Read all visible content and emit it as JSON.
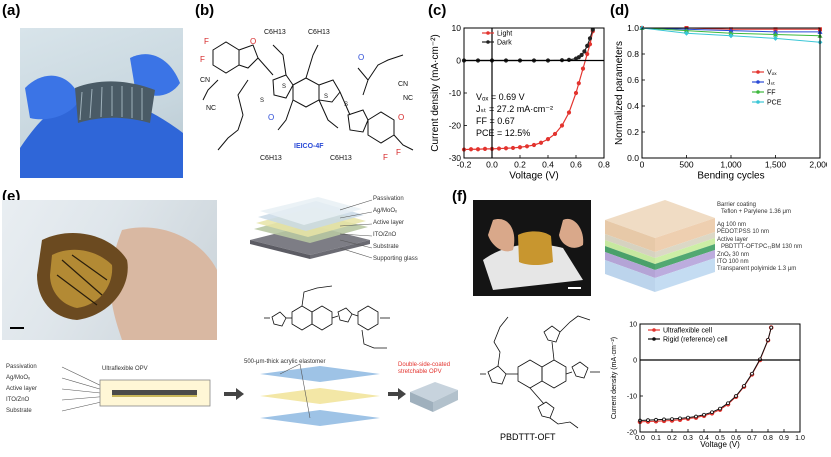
{
  "panels": {
    "a": "(a)",
    "b": "(b)",
    "c": "(c)",
    "d": "(d)",
    "e": "(e)",
    "f": "(f)"
  },
  "molecule_b": {
    "name": "IEICO-4F",
    "atoms": [
      "F",
      "F",
      "F",
      "F",
      "O",
      "O",
      "O",
      "O",
      "S",
      "S",
      "S",
      "S",
      "CN",
      "NC",
      "CN",
      "NC",
      "C6H13",
      "C6H13",
      "C6H13",
      "C6H13"
    ]
  },
  "panel_e": {
    "stack_labels": [
      "Passivation",
      "Ag/MoOₓ",
      "Active layer",
      "ITO/ZnO",
      "Substrate",
      "Supporting glass"
    ],
    "bottom_labels": [
      "Passivation",
      "Ag/MoOₓ",
      "Active layer",
      "ITO/ZnO",
      "Substrate"
    ],
    "device_label": "Ultraflexible OPV",
    "elastomer_label": "500-μm-thick acrylic elastomer",
    "final_label": "Double-side-coated stretchable OPV"
  },
  "panel_f": {
    "stack_labels": [
      "Barrier coating",
      "Teflon + Parylene 1.36 μm",
      "Ag 100 nm",
      "PEDOT:PSS 10 nm",
      "Active layer",
      "PBDTTT-OFT:PC₇₁BM 130 nm",
      "ZnOₓ 30 nm",
      "ITO 100 nm",
      "Transparent polyimide 1.3 μm"
    ],
    "molecule_name": "PBDTTT-OFT"
  },
  "chart_data": [
    {
      "panel": "c",
      "type": "line",
      "xlabel": "Voltage (V)",
      "ylabel": "Current density (mA·cm⁻²)",
      "xlim": [
        -0.2,
        0.8
      ],
      "ylim": [
        -30,
        10
      ],
      "xticks": [
        -0.2,
        0.0,
        0.2,
        0.4,
        0.6,
        0.8
      ],
      "yticks": [
        -30,
        -20,
        -10,
        0,
        10
      ],
      "legend": "top-left",
      "annotations": [
        "Vₒₓ = 0.69 V",
        "Jₛₜ = 27.2 mA·cm⁻²",
        "FF = 0.67",
        "PCE = 12.5%"
      ],
      "series": [
        {
          "name": "Light",
          "color": "#e3342f",
          "x": [
            -0.2,
            -0.15,
            -0.1,
            -0.05,
            0,
            0.05,
            0.1,
            0.15,
            0.2,
            0.25,
            0.3,
            0.35,
            0.4,
            0.45,
            0.5,
            0.55,
            0.6,
            0.62,
            0.65,
            0.68,
            0.7,
            0.72
          ],
          "y": [
            -27.4,
            -27.3,
            -27.3,
            -27.2,
            -27.2,
            -27.1,
            -27.0,
            -26.9,
            -26.7,
            -26.4,
            -26.0,
            -25.3,
            -24.2,
            -22.6,
            -20.0,
            -16.0,
            -10.0,
            -7.0,
            -2.5,
            2.0,
            5.0,
            9.0
          ]
        },
        {
          "name": "Dark",
          "color": "#222222",
          "x": [
            -0.2,
            -0.1,
            0,
            0.1,
            0.2,
            0.3,
            0.4,
            0.5,
            0.55,
            0.6,
            0.62,
            0.64,
            0.66,
            0.68,
            0.7,
            0.72
          ],
          "y": [
            0,
            0,
            0,
            0,
            0,
            0,
            0,
            0.1,
            0.2,
            0.6,
            1.0,
            1.7,
            2.8,
            4.5,
            6.8,
            9.5
          ]
        }
      ]
    },
    {
      "panel": "d",
      "type": "line",
      "xlabel": "Bending cycles",
      "ylabel": "Normalized parameters",
      "xlim": [
        0,
        2000
      ],
      "ylim": [
        0,
        1.0
      ],
      "xticks": [
        0,
        500,
        1000,
        1500,
        2000
      ],
      "xtick_labels": [
        "0",
        "500",
        "1,000",
        "1,500",
        "2,000"
      ],
      "yticks": [
        0,
        0.2,
        0.4,
        0.6,
        0.8,
        1.0
      ],
      "legend": "center-right",
      "series": [
        {
          "name": "Vₒₓ",
          "color": "#e3342f",
          "x": [
            0,
            500,
            1000,
            1500,
            2000
          ],
          "y": [
            1.0,
            1.0,
            0.99,
            0.99,
            0.99
          ]
        },
        {
          "name": "Jₛₜ",
          "color": "#2b4bd6",
          "x": [
            0,
            500,
            1000,
            1500,
            2000
          ],
          "y": [
            1.0,
            0.99,
            0.98,
            0.97,
            0.97
          ]
        },
        {
          "name": "FF",
          "color": "#3db83d",
          "x": [
            0,
            500,
            1000,
            1500,
            2000
          ],
          "y": [
            1.0,
            0.98,
            0.96,
            0.95,
            0.94
          ]
        },
        {
          "name": "PCE",
          "color": "#3bc6d6",
          "x": [
            0,
            500,
            1000,
            1500,
            2000
          ],
          "y": [
            1.0,
            0.96,
            0.94,
            0.92,
            0.89
          ]
        }
      ]
    },
    {
      "panel": "f",
      "type": "line",
      "xlabel": "Voltage (V)",
      "ylabel": "Current density (mA·cm⁻²)",
      "xlim": [
        0,
        1.0
      ],
      "ylim": [
        -20,
        10
      ],
      "xticks": [
        0,
        0.1,
        0.2,
        0.3,
        0.4,
        0.5,
        0.6,
        0.7,
        0.8,
        0.9,
        1.0
      ],
      "xtick_labels": [
        "0.0",
        "0.1",
        "0.2",
        "0.3",
        "0.4",
        "0.5",
        "0.6",
        "0.7",
        "0.8",
        "0.9",
        "1.0"
      ],
      "yticks": [
        -20,
        -10,
        0,
        10
      ],
      "legend": "top-left",
      "series": [
        {
          "name": "Ultraflexible cell",
          "color": "#e3342f",
          "x": [
            0,
            0.05,
            0.1,
            0.15,
            0.2,
            0.25,
            0.3,
            0.35,
            0.4,
            0.45,
            0.5,
            0.55,
            0.6,
            0.65,
            0.7,
            0.75,
            0.8,
            0.82
          ],
          "y": [
            -17.2,
            -17.1,
            -17.0,
            -16.9,
            -16.8,
            -16.6,
            -16.3,
            -16.0,
            -15.5,
            -14.8,
            -13.8,
            -12.3,
            -10.2,
            -7.4,
            -4.0,
            0.0,
            5.5,
            9.0
          ]
        },
        {
          "name": "Rigid (reference) cell",
          "color": "#111111",
          "x": [
            0,
            0.05,
            0.1,
            0.15,
            0.2,
            0.25,
            0.3,
            0.35,
            0.4,
            0.45,
            0.5,
            0.55,
            0.6,
            0.65,
            0.7,
            0.75,
            0.8,
            0.82
          ],
          "y": [
            -16.8,
            -16.7,
            -16.6,
            -16.5,
            -16.4,
            -16.2,
            -16.0,
            -15.7,
            -15.2,
            -14.5,
            -13.5,
            -12.0,
            -10.0,
            -7.2,
            -3.8,
            0.2,
            5.6,
            9.0
          ]
        }
      ]
    }
  ]
}
